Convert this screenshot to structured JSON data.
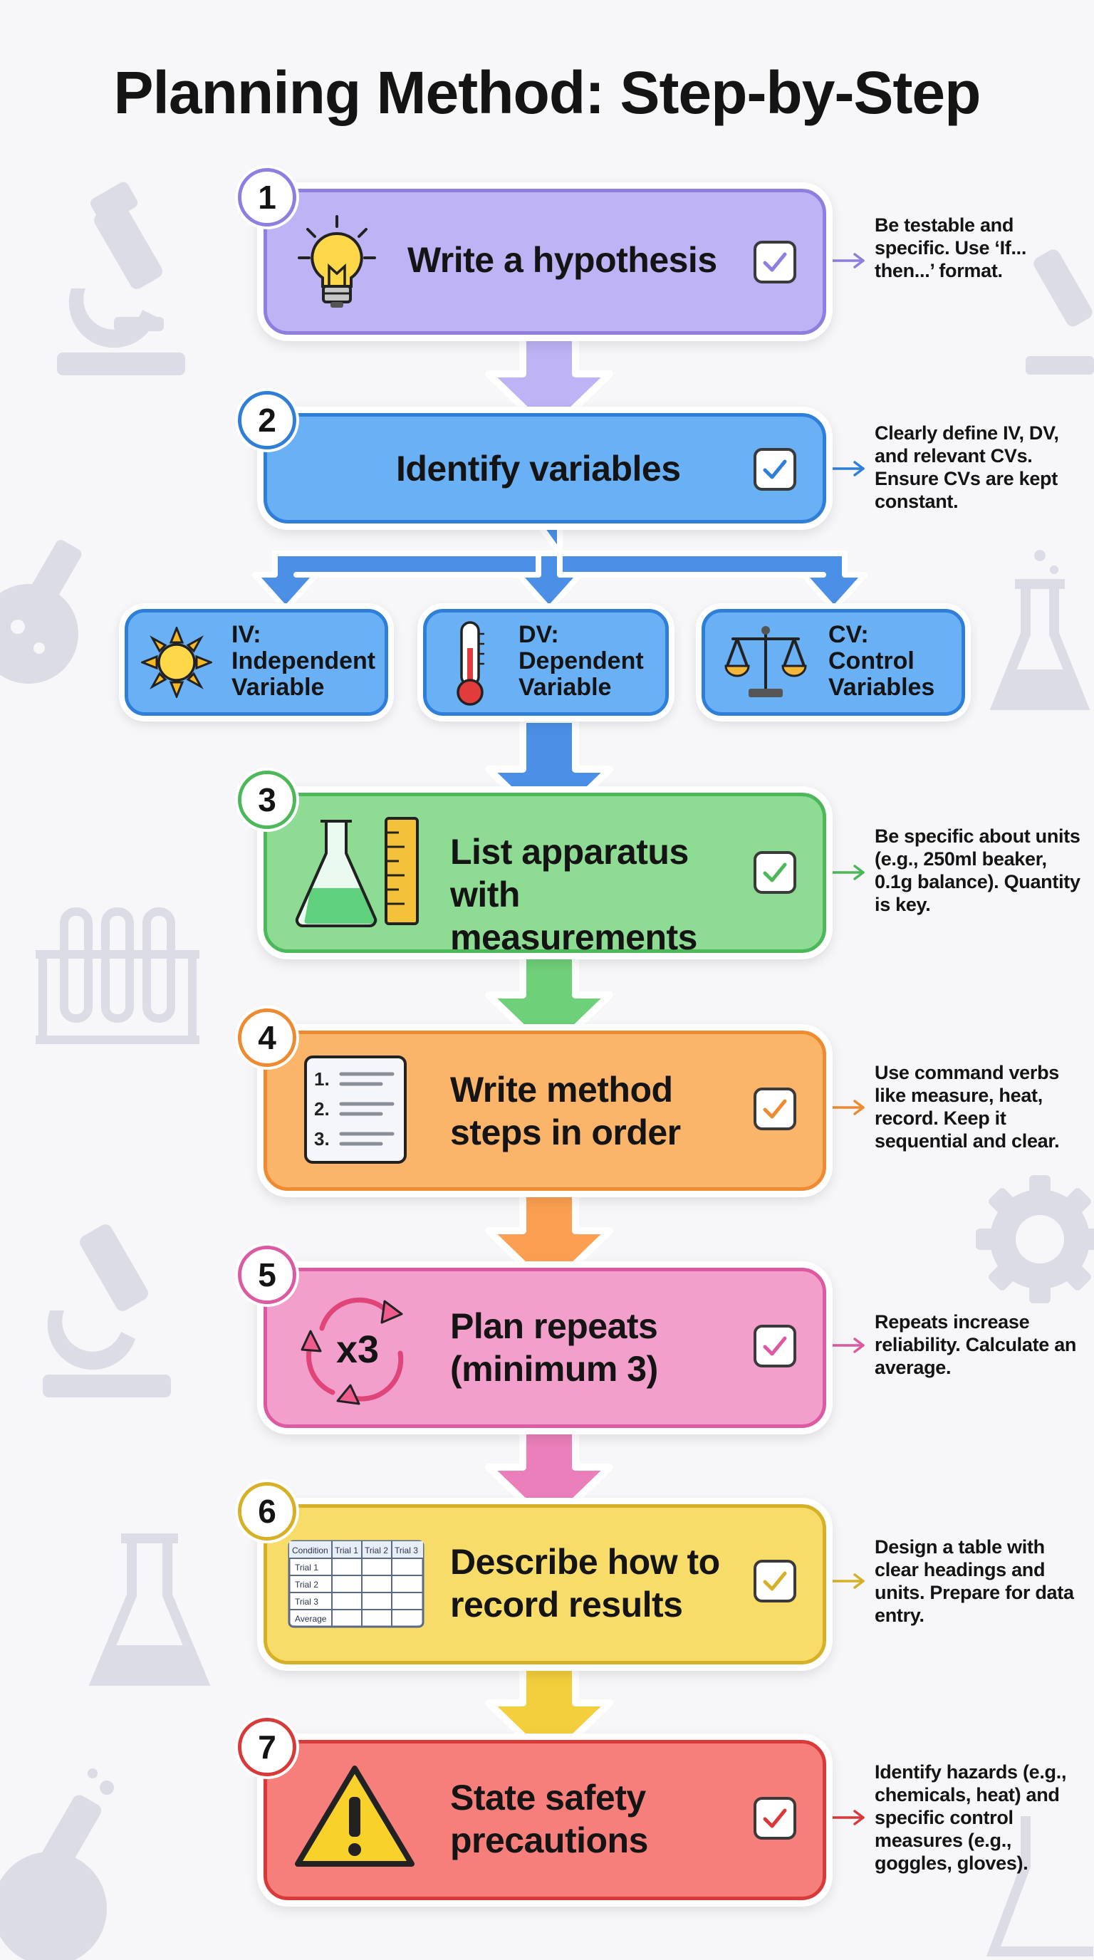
{
  "title": "Planning Method: Step-by-Step",
  "steps": [
    {
      "number": "1",
      "label": "Write a hypothesis",
      "note": "Be testable and specific. Use ‘If... then...’ format.",
      "icon": "lightbulb-icon",
      "fill": "#bdb3f5",
      "border": "#8f7ee0",
      "check": "#8f7ee0"
    },
    {
      "number": "2",
      "label": "Identify variables",
      "note": "Clearly define IV, DV, and relevant CVs. Ensure CVs are kept constant.",
      "icon": "none",
      "fill": "#6ab0f5",
      "border": "#2f7fd8",
      "check": "#2f7fd8"
    },
    {
      "number": "3",
      "label": "List apparatus with measurements",
      "note": "Be specific about units (e.g., 250ml beaker, 0.1g balance). Quantity is key.",
      "icon": "flask-ruler-icon",
      "fill": "#8edc94",
      "border": "#4cb85a",
      "check": "#4cb85a"
    },
    {
      "number": "4",
      "label": "Write method steps in order",
      "note": "Use command verbs like measure, heat, record. Keep it sequential and clear.",
      "icon": "numbered-list-icon",
      "fill": "#fbb56a",
      "border": "#ee8a2f",
      "check": "#ee8a2f"
    },
    {
      "number": "5",
      "label": "Plan repeats (minimum 3)",
      "note": "Repeats increase reliability. Calculate an average.",
      "icon": "repeat-x3-icon",
      "fill": "#f29fcc",
      "border": "#db5aa2",
      "check": "#db5aa2"
    },
    {
      "number": "6",
      "label": "Describe how to record results",
      "note": "Design a table with clear headings and units. Prepare for data entry.",
      "icon": "results-table-icon",
      "fill": "#f8dc6a",
      "border": "#d6b128",
      "check": "#d6b128"
    },
    {
      "number": "7",
      "label": "State safety precautions",
      "note": "Identify hazards (e.g., chemicals, heat) and specific control measures (e.g., goggles, gloves).",
      "icon": "warning-icon",
      "fill": "#f77f7b",
      "border": "#d83a3a",
      "check": "#d83a3a"
    }
  ],
  "variables": [
    {
      "abbr": "IV:",
      "line1": "Independent",
      "line2": "Variable",
      "icon": "sun-icon"
    },
    {
      "abbr": "DV:",
      "line1": "Dependent",
      "line2": "Variable",
      "icon": "thermometer-icon"
    },
    {
      "abbr": "CV:",
      "line1": "Control",
      "line2": "Variables",
      "icon": "balance-scale-icon"
    }
  ],
  "results_table": {
    "headers": [
      "Condition",
      "Trial 1",
      "Trial 2",
      "Trial 3"
    ],
    "rows": [
      "Trial 1",
      "Trial 2",
      "Trial 3",
      "Average"
    ]
  },
  "repeat_icon_text": "x3",
  "list_icon_numbers": [
    "1.",
    "2.",
    "3."
  ],
  "colors": {
    "background": "#f7f7fa",
    "background_icon": "#dcdce6",
    "text": "#141414"
  }
}
